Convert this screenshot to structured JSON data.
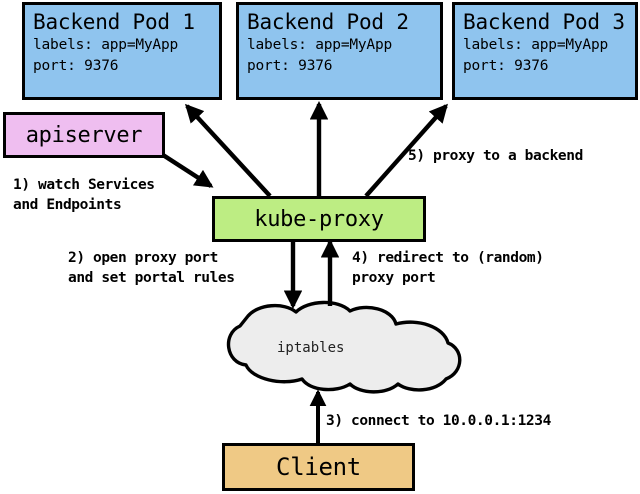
{
  "diagram": {
    "title": "kube-proxy service proxying flow",
    "background": "#ffffff",
    "colors": {
      "pod_fill": "#8FC4EE",
      "apiserver_fill": "#EFBEF0",
      "kubeproxy_fill": "#BDED83",
      "client_fill": "#EFC985",
      "cloud_fill": "#EDEDED",
      "stroke": "#000000"
    },
    "nodes": {
      "pods": [
        {
          "name": "backend-pod-1",
          "title": "Backend Pod 1",
          "labels_line": "labels: app=MyApp",
          "port_line": "port: 9376"
        },
        {
          "name": "backend-pod-2",
          "title": "Backend Pod 2",
          "labels_line": "labels: app=MyApp",
          "port_line": "port: 9376"
        },
        {
          "name": "backend-pod-3",
          "title": "Backend Pod 3",
          "labels_line": "labels: app=MyApp",
          "port_line": "port: 9376"
        }
      ],
      "apiserver": {
        "label": "apiserver"
      },
      "kubeproxy": {
        "label": "kube-proxy"
      },
      "iptables": {
        "label": "iptables"
      },
      "client": {
        "label": "Client"
      }
    },
    "edges": [
      {
        "id": "step-1",
        "line1": "1) watch Services",
        "line2": "and Endpoints",
        "from": "apiserver",
        "to": "kube-proxy"
      },
      {
        "id": "step-2",
        "line1": "2) open proxy port",
        "line2": "and set portal rules",
        "from": "kube-proxy",
        "to": "iptables"
      },
      {
        "id": "step-3",
        "line1": "3) connect to 10.0.0.1:1234",
        "line2": "",
        "from": "client",
        "to": "iptables"
      },
      {
        "id": "step-4",
        "line1": "4) redirect to (random)",
        "line2": "proxy port",
        "from": "iptables",
        "to": "kube-proxy"
      },
      {
        "id": "step-5",
        "line1": "5) proxy to a backend",
        "line2": "",
        "from": "kube-proxy",
        "to": "backend-pods"
      }
    ]
  }
}
